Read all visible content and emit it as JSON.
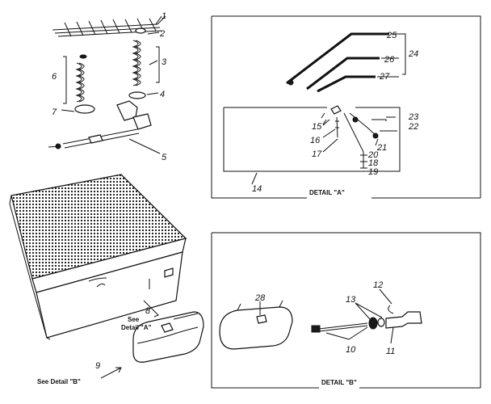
{
  "callouts": {
    "n1": "1",
    "n2": "2",
    "n3": "3",
    "n4": "4",
    "n5": "5",
    "n6": "6",
    "n7": "7",
    "n8": "8",
    "n9": "9",
    "n10": "10",
    "n11": "11",
    "n12": "12",
    "n13": "13",
    "n14": "14",
    "n15": "15",
    "n16": "16",
    "n17": "17",
    "n18": "18",
    "n19": "19",
    "n20": "20",
    "n21": "21",
    "n22": "22",
    "n23": "23",
    "n24": "24",
    "n25": "25",
    "n26": "26",
    "n27": "27",
    "n28": "28"
  },
  "captions": {
    "detail_a": "DETAIL \"A\"",
    "detail_b": "DETAIL \"B\"",
    "see_detail_a_line1": "See",
    "see_detail_a_line2": "Detail \"A\"",
    "see_detail_b": "See Detail \"B\""
  }
}
